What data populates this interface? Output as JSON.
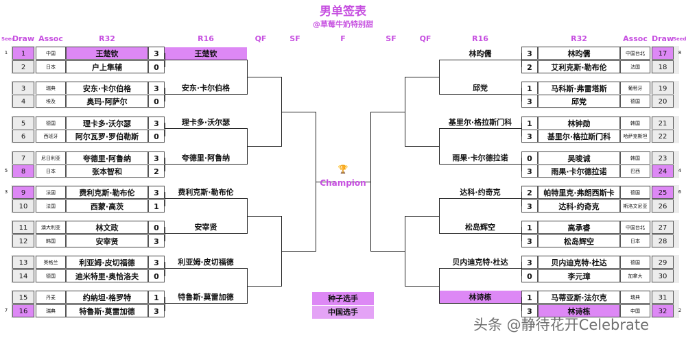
{
  "title": "男单签表",
  "subtitle": "@草莓牛奶特别甜",
  "headers": {
    "seed": "Seed",
    "draw": "Draw",
    "assoc": "Assoc",
    "r32": "R32",
    "r16": "R16",
    "qf": "QF",
    "sf": "SF",
    "f": "F"
  },
  "champion_label": "Champion",
  "legend": {
    "seed": "种子选手",
    "china": "中国选手"
  },
  "watermark": "头条 @静待花开Celebrate",
  "left": {
    "r32": [
      {
        "seed": "1",
        "draw": "1",
        "assoc": "中国",
        "name": "王楚钦",
        "score": "3",
        "highlight": true
      },
      {
        "seed": "",
        "draw": "2",
        "assoc": "日本",
        "name": "户上隼辅",
        "score": "0"
      },
      {
        "seed": "",
        "draw": "3",
        "assoc": "瑞典",
        "name": "安东·卡尔伯格",
        "score": "3"
      },
      {
        "seed": "",
        "draw": "4",
        "assoc": "埃及",
        "name": "奥玛·阿萨尔",
        "score": "0"
      },
      {
        "seed": "",
        "draw": "5",
        "assoc": "德国",
        "name": "理卡多·沃尔瑟",
        "score": "3"
      },
      {
        "seed": "",
        "draw": "6",
        "assoc": "西班牙",
        "name": "阿尔瓦罗·罗伯勒斯",
        "score": "0"
      },
      {
        "seed": "",
        "draw": "7",
        "assoc": "尼日利亚",
        "name": "夸德里·阿鲁纳",
        "score": "3"
      },
      {
        "seed": "5",
        "draw": "8",
        "assoc": "日本",
        "name": "张本智和",
        "score": "2",
        "seedrow": true
      },
      {
        "seed": "3",
        "draw": "9",
        "assoc": "法国",
        "name": "费利克斯·勒布伦",
        "score": "3",
        "seedrow": true
      },
      {
        "seed": "",
        "draw": "10",
        "assoc": "法国",
        "name": "西蒙·高茨",
        "score": "1"
      },
      {
        "seed": "",
        "draw": "11",
        "assoc": "澳大利亚",
        "name": "林文政",
        "score": "0"
      },
      {
        "seed": "",
        "draw": "12",
        "assoc": "韩国",
        "name": "安宰贤",
        "score": "3"
      },
      {
        "seed": "",
        "draw": "13",
        "assoc": "英格兰",
        "name": "利亚姆·皮切福德",
        "score": "3"
      },
      {
        "seed": "",
        "draw": "14",
        "assoc": "德国",
        "name": "迪米特里·奥恰洛夫",
        "score": "0"
      },
      {
        "seed": "",
        "draw": "15",
        "assoc": "丹麦",
        "name": "约纳坦·格罗特",
        "score": "1"
      },
      {
        "seed": "7",
        "draw": "16",
        "assoc": "瑞典",
        "name": "特鲁斯·莫雷加德",
        "score": "3",
        "seedrow": true
      }
    ],
    "r16": [
      {
        "name": "王楚钦",
        "highlight": true
      },
      {
        "name": "安东·卡尔伯格"
      },
      {
        "name": "理卡多·沃尔瑟"
      },
      {
        "name": "夸德里·阿鲁纳"
      },
      {
        "name": "费利克斯·勒布伦"
      },
      {
        "name": "安宰贤"
      },
      {
        "name": "利亚姆·皮切福德"
      },
      {
        "name": "特鲁斯·莫雷加德"
      }
    ]
  },
  "right": {
    "r32": [
      {
        "seed": "8",
        "draw": "17",
        "assoc": "中国台北",
        "name": "林昀儒",
        "score": "3",
        "seedrow": true
      },
      {
        "seed": "",
        "draw": "18",
        "assoc": "法国",
        "name": "艾利克斯·勒布伦",
        "score": "2"
      },
      {
        "seed": "",
        "draw": "19",
        "assoc": "葡萄牙",
        "name": "马科斯·弗雷塔斯",
        "score": "1"
      },
      {
        "seed": "",
        "draw": "20",
        "assoc": "德国",
        "name": "邱党",
        "score": "3"
      },
      {
        "seed": "",
        "draw": "21",
        "assoc": "韩国",
        "name": "林钟勋",
        "score": "1"
      },
      {
        "seed": "",
        "draw": "22",
        "assoc": "哈萨克斯坦",
        "name": "基里尔·格拉斯门科",
        "score": "3"
      },
      {
        "seed": "",
        "draw": "23",
        "assoc": "韩国",
        "name": "吴晙诚",
        "score": "0"
      },
      {
        "seed": "4",
        "draw": "24",
        "assoc": "巴西",
        "name": "雨果·卡尔德拉诺",
        "score": "3",
        "seedrow": true
      },
      {
        "seed": "6",
        "draw": "25",
        "assoc": "德国",
        "name": "帕特里克·弗朗西斯卡",
        "score": "2",
        "seedrow": true
      },
      {
        "seed": "",
        "draw": "26",
        "assoc": "斯洛文尼亚",
        "name": "达科·约奇克",
        "score": "3"
      },
      {
        "seed": "",
        "draw": "27",
        "assoc": "中国台北",
        "name": "高承睿",
        "score": "1"
      },
      {
        "seed": "",
        "draw": "28",
        "assoc": "日本",
        "name": "松岛辉空",
        "score": "3"
      },
      {
        "seed": "",
        "draw": "29",
        "assoc": "德国",
        "name": "贝内迪克特·杜达",
        "score": "3"
      },
      {
        "seed": "",
        "draw": "30",
        "assoc": "加拿大",
        "name": "李元璋",
        "score": "0"
      },
      {
        "seed": "",
        "draw": "31",
        "assoc": "瑞典",
        "name": "马蒂亚斯·法尔克",
        "score": "1"
      },
      {
        "seed": "2",
        "draw": "32",
        "assoc": "中国",
        "name": "林诗栋",
        "score": "3",
        "highlight": true
      }
    ],
    "r16": [
      {
        "name": "林昀儒"
      },
      {
        "name": "邱党"
      },
      {
        "name": "基里尔·格拉斯门科"
      },
      {
        "name": "雨果·卡尔德拉诺"
      },
      {
        "name": "达科·约奇克"
      },
      {
        "name": "松岛辉空"
      },
      {
        "name": "贝内迪克特·杜达"
      },
      {
        "name": "林诗栋",
        "highlight": true
      }
    ]
  },
  "colors": {
    "accent": "#c64fe0",
    "seed": "#dd88f5",
    "china": "#e4a3f6"
  }
}
